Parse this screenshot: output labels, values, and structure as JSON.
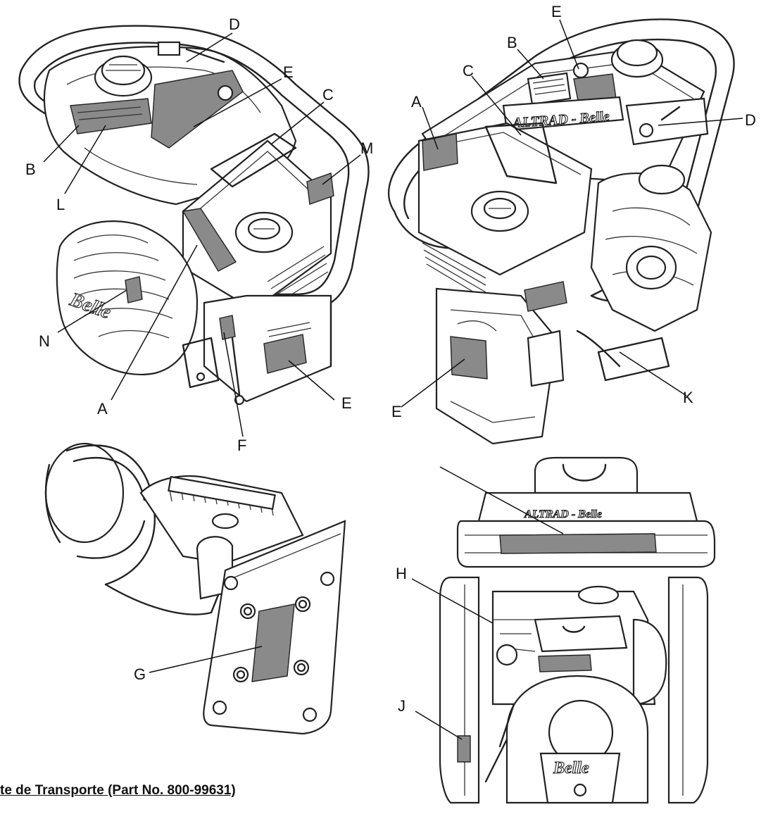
{
  "labels": {
    "fig1": {
      "D": "D",
      "E_top": "E",
      "C": "C",
      "M": "M",
      "B": "B",
      "L": "L",
      "N": "N",
      "A": "A",
      "F": "F",
      "E_bottom": "E"
    },
    "fig2": {
      "E_top": "E",
      "B": "B",
      "C": "C",
      "A": "A",
      "D": "D",
      "E_bottom": "E",
      "K": "K"
    },
    "fig3": {
      "G": "G"
    },
    "fig4": {
      "H": "H",
      "J": "J"
    }
  },
  "brand": {
    "belle": "Belle",
    "altrad_belle": "ALTRAD - Belle"
  },
  "caption": "te de Transporte (Part No. 800-99631)",
  "colors": {
    "decal": "#8a8a8a",
    "line": "#222222"
  }
}
